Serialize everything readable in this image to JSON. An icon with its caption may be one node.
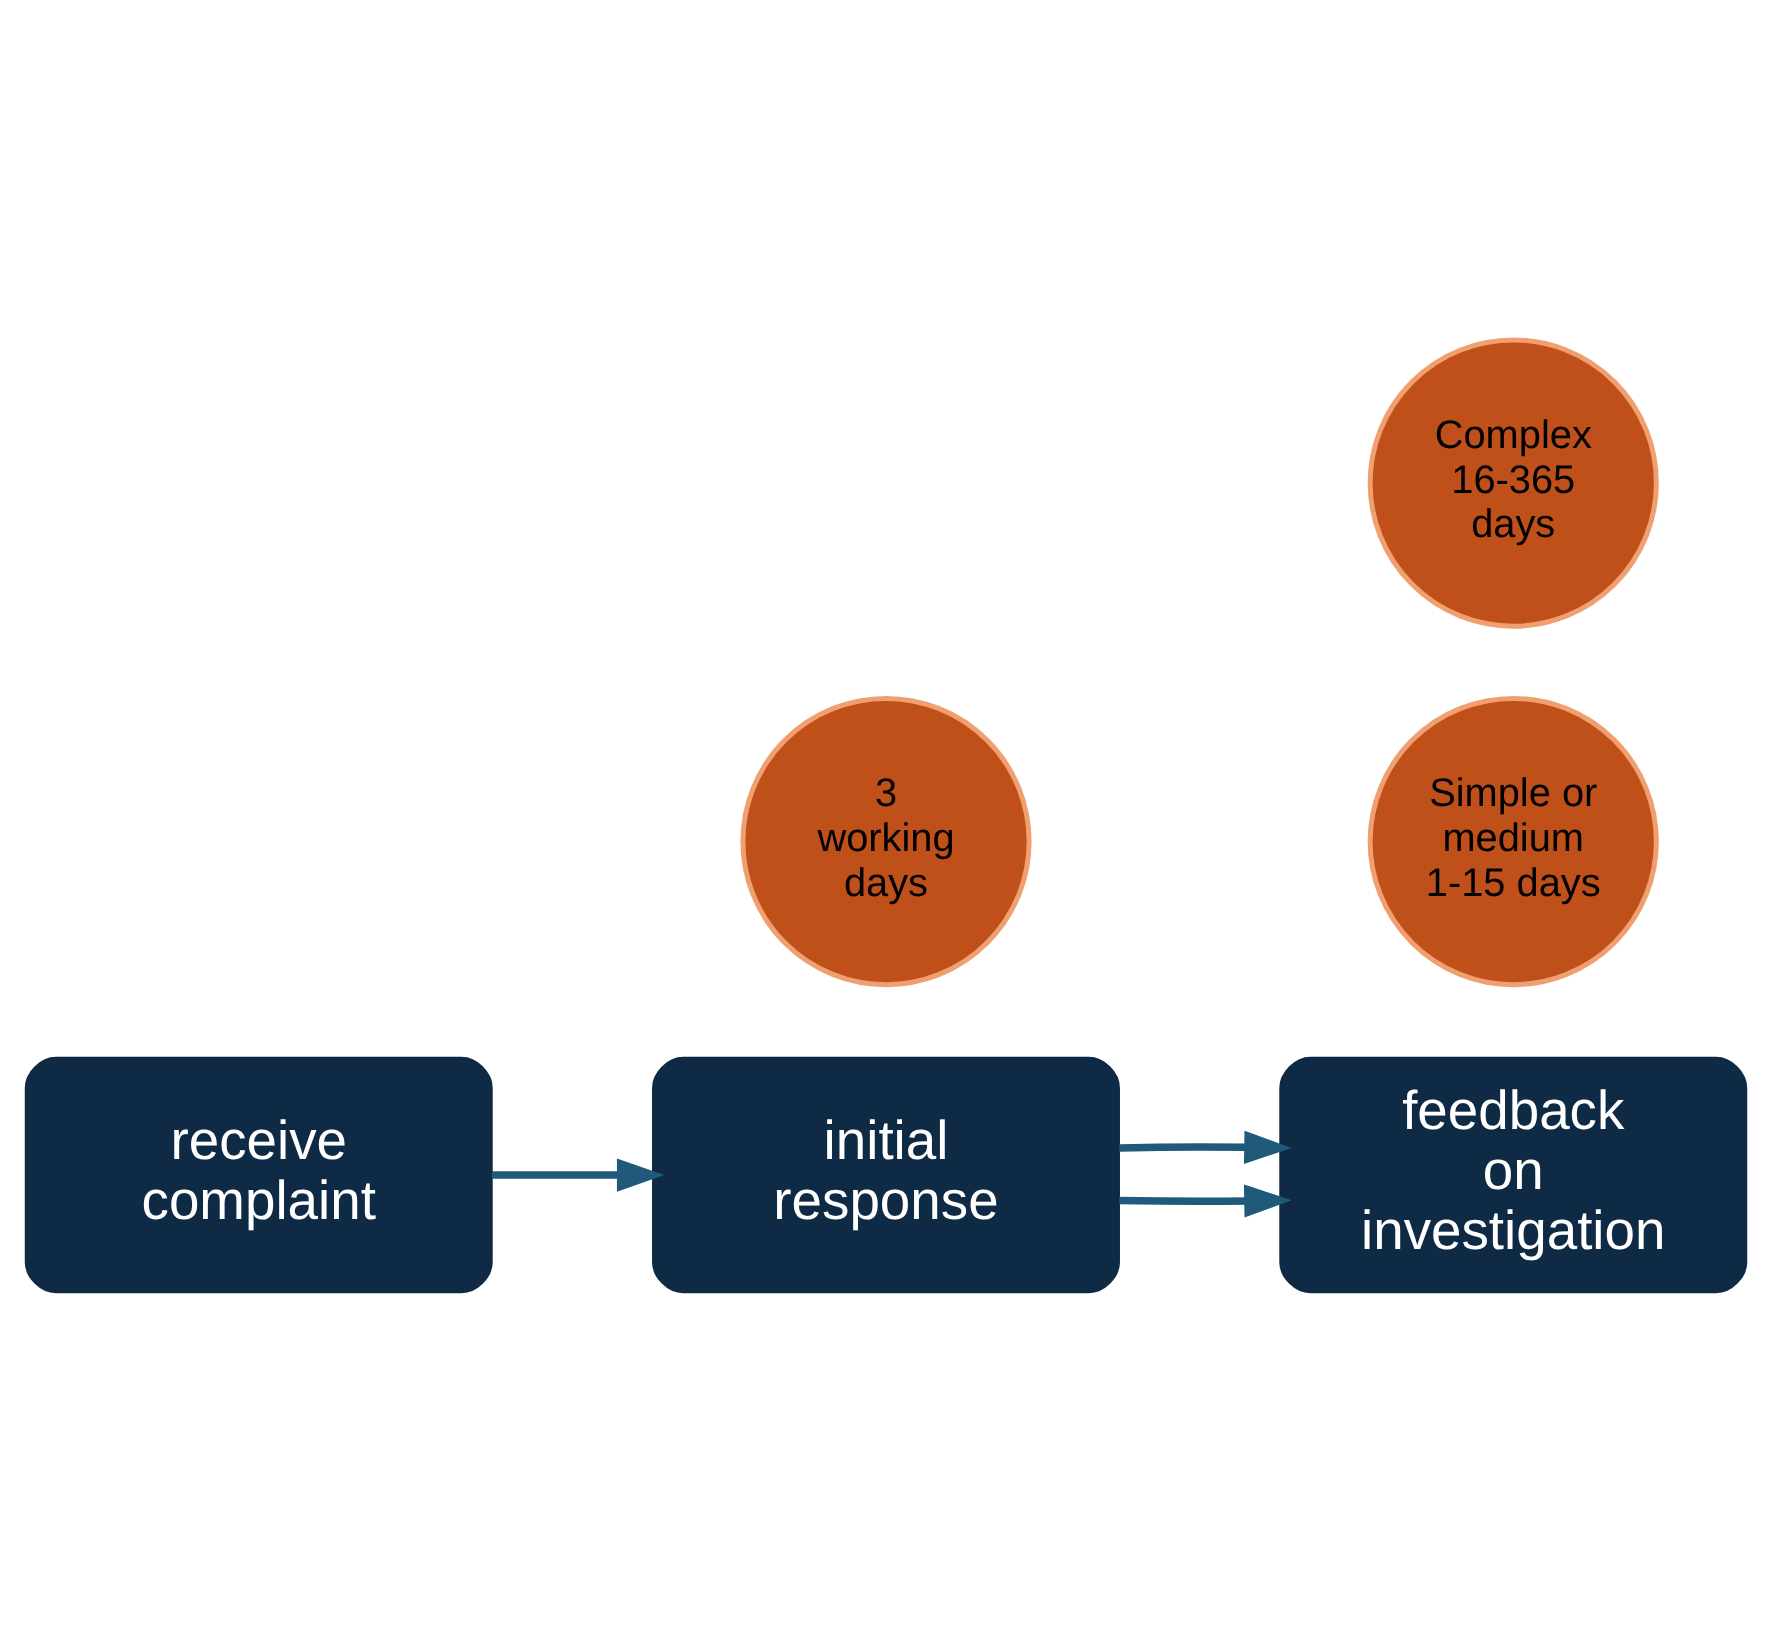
{
  "diagram": {
    "nodes": [
      {
        "text": [
          "receive complaint"
        ]
      },
      {
        "text": [
          "initial response"
        ]
      },
      {
        "text": [
          "feedback on investigation"
        ]
      },
      {
        "text": [
          "Simple or medium 1-15 days"
        ]
      },
      {
        "text": [
          "3 working days"
        ]
      },
      {
        "text": [
          "Complex 16-365 days"
        ]
      }
    ],
    "edges": [
      {
        "from": 0,
        "to": 1,
        "arrow": "to"
      },
      {
        "from": 1,
        "to": 2,
        "arrow": "to"
      },
      {
        "from": 1,
        "to": 2,
        "arrow": "to"
      }
    ]
  }
}
